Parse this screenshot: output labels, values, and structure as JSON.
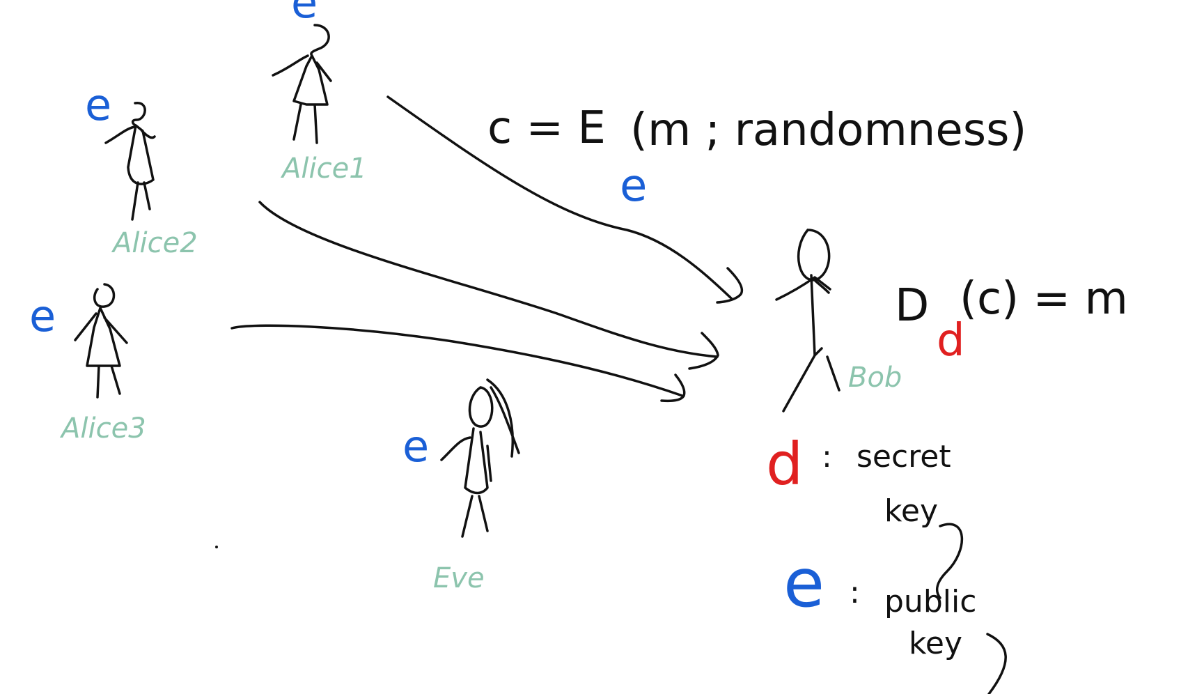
{
  "colors": {
    "ink": "#111111",
    "public_key": "#1a5fd6",
    "secret_key": "#e02020",
    "names": "#8cc4ad"
  },
  "people": {
    "alice1": "Alice1",
    "alice2": "Alice2",
    "alice3": "Alice3",
    "eve": "Eve",
    "bob": "Bob"
  },
  "keys": {
    "public_symbol": "e",
    "secret_symbol": "d"
  },
  "equations": {
    "encrypt_lhs": "c = E",
    "encrypt_args": "(m ; randomness)",
    "decrypt_d": "D",
    "decrypt_args": "(c) = m"
  },
  "legend": {
    "secret_sep": ":",
    "secret_label": "secret",
    "secret_label2": "key",
    "public_sep": ":",
    "public_label": "public",
    "public_label2": "key"
  }
}
